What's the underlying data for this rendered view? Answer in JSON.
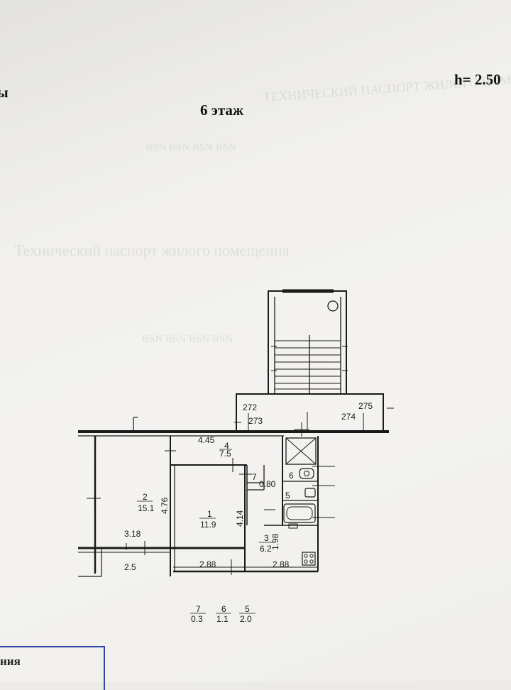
{
  "header": {
    "left_fragment": "ы",
    "floor_title": "6 этаж",
    "height_label": "h= 2.50"
  },
  "footer": {
    "legend_fragment": "ния"
  },
  "plan": {
    "rooms": [
      {
        "num": "1",
        "area": "11.9"
      },
      {
        "num": "2",
        "area": "15.1"
      },
      {
        "num": "3",
        "area": "6.2"
      },
      {
        "num": "4",
        "area": "7.5"
      },
      {
        "num": "5",
        "area": ""
      },
      {
        "num": "6",
        "area": ""
      },
      {
        "num": "7",
        "area": ""
      }
    ],
    "dimensions": [
      "4.45",
      "4.76",
      "3.18",
      "2.5",
      "2.88",
      "2.88",
      "4.14",
      "1.98",
      "0.80"
    ],
    "stair_labels": [
      "272",
      "273",
      "274",
      "275"
    ],
    "summary": [
      {
        "num": "7",
        "area": "0.3"
      },
      {
        "num": "6",
        "area": "1.1"
      },
      {
        "num": "5",
        "area": "2.0"
      }
    ]
  }
}
